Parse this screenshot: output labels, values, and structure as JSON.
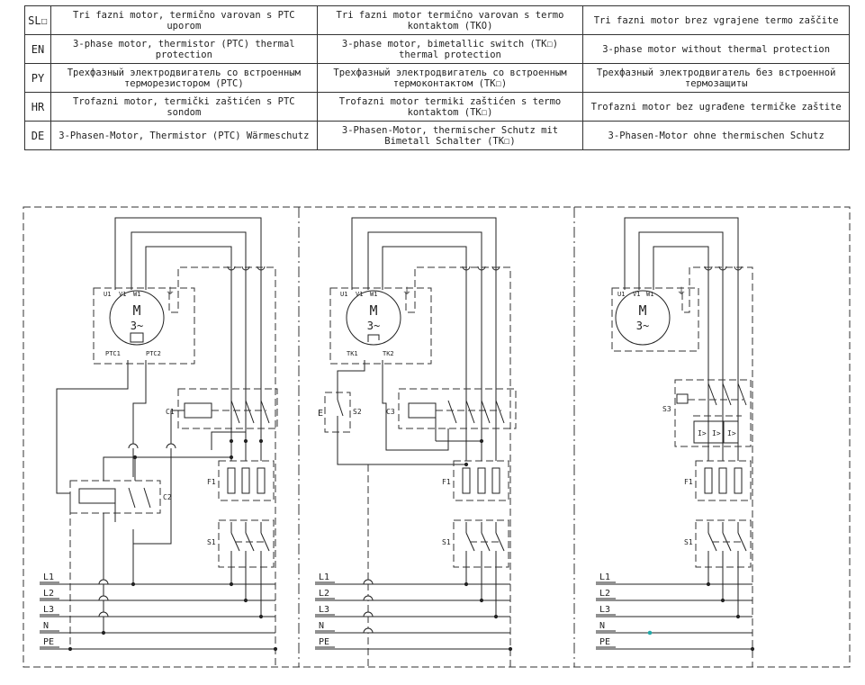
{
  "table": {
    "rows": [
      {
        "code": "SL☐",
        "c1": "Tri fazni motor, termično varovan s PTC uporom",
        "c2": "Tri fazni motor termično varovan s termo kontaktom (TKO)",
        "c3": "Tri fazni motor brez vgrajene termo zaščite"
      },
      {
        "code": "EN",
        "c1": "3-phase motor, thermistor (PTC) thermal protection",
        "c2": "3-phase motor, bimetallic switch (TK☐) thermal protection",
        "c3": "3-phase motor without thermal protection"
      },
      {
        "code": "PY",
        "c1": "Трехфазный электродвигатель со встроенным терморезистором (PTC)",
        "c2": "Трехфазный электродвигатель со встроенным термоконтактом (TK☐)",
        "c3": "Трехфазный электродвигатель без встроенной термозащиты"
      },
      {
        "code": "HR",
        "c1": "Trofazni motor, termički zaštićen s PTC sondom",
        "c2": "Trofazni motor termiki zaštićen s termo kontaktom (TK☐)",
        "c3": "Trofazni motor bez ugrađene termičke zaštite"
      },
      {
        "code": "DE",
        "c1": "3-Phasen-Motor, Thermistor (PTC) Wärmeschutz",
        "c2": "3-Phasen-Motor, thermischer Schutz mit Bimetall Schalter (TK☐)",
        "c3": "3-Phasen-Motor ohne thermischen Schutz"
      }
    ]
  },
  "diagrams": {
    "motor_symbol": "M",
    "motor_sub": "3~",
    "terminals": [
      "U1",
      "V1",
      "W1"
    ],
    "ground_symbol": "⏚",
    "bus_labels": [
      "L1",
      "L2",
      "L3",
      "N",
      "PE"
    ],
    "d1": {
      "ptc_left": "PTC1",
      "ptc_right": "PTC2",
      "contactor": "C1",
      "relay": "C2",
      "fuse": "F1",
      "switch": "S1"
    },
    "d2": {
      "tk_left": "TK1",
      "tk_right": "TK2",
      "contactor": "C3",
      "switch_s2": "S2",
      "fuse": "F1",
      "switch": "S1",
      "s2_symbol": "E"
    },
    "d3": {
      "breaker": "S3",
      "fuse": "F1",
      "switch": "S1",
      "trip_symbol": "I>"
    }
  }
}
